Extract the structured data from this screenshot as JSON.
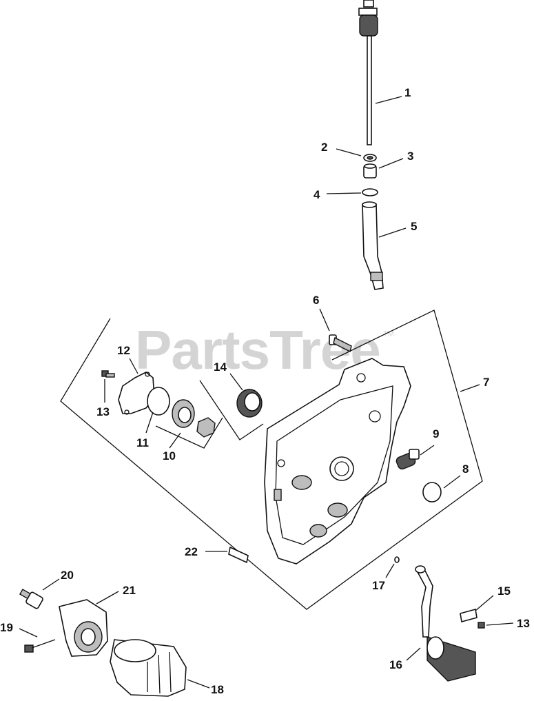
{
  "watermark": {
    "text": "PartsTree",
    "tm": "TM"
  },
  "callouts": [
    {
      "id": "1",
      "label": "1"
    },
    {
      "id": "2",
      "label": "2"
    },
    {
      "id": "3",
      "label": "3"
    },
    {
      "id": "4",
      "label": "4"
    },
    {
      "id": "5",
      "label": "5"
    },
    {
      "id": "6",
      "label": "6"
    },
    {
      "id": "7",
      "label": "7"
    },
    {
      "id": "8",
      "label": "8"
    },
    {
      "id": "9",
      "label": "9"
    },
    {
      "id": "10",
      "label": "10"
    },
    {
      "id": "11",
      "label": "11"
    },
    {
      "id": "12",
      "label": "12"
    },
    {
      "id": "13a",
      "label": "13"
    },
    {
      "id": "13b",
      "label": "13"
    },
    {
      "id": "14",
      "label": "14"
    },
    {
      "id": "15",
      "label": "15"
    },
    {
      "id": "16",
      "label": "16"
    },
    {
      "id": "17",
      "label": "17"
    },
    {
      "id": "18",
      "label": "18"
    },
    {
      "id": "19",
      "label": "19"
    },
    {
      "id": "20",
      "label": "20"
    },
    {
      "id": "21",
      "label": "21"
    },
    {
      "id": "22",
      "label": "22"
    }
  ]
}
